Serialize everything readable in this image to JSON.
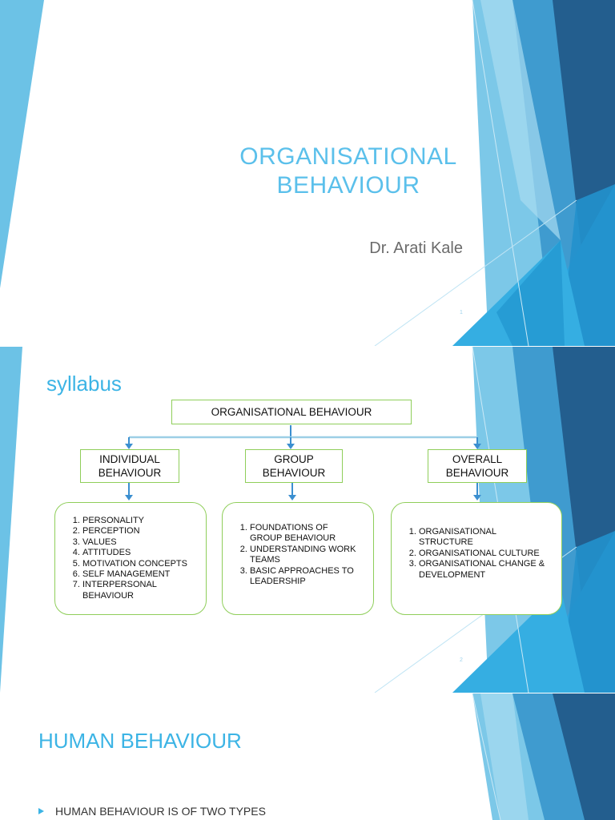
{
  "slide1": {
    "title_line1": "ORGANISATIONAL",
    "title_line2": "BEHAVIOUR",
    "subtitle": "Dr. Arati Kale",
    "page_number": "1"
  },
  "slide2": {
    "title": "syllabus",
    "root": "ORGANISATIONAL BEHAVIOUR",
    "branches": [
      {
        "label_line1": "INDIVIDUAL",
        "label_line2": "BEHAVIOUR",
        "items": [
          "PERSONALITY",
          "PERCEPTION",
          "VALUES",
          "ATTITUDES",
          "MOTIVATION CONCEPTS",
          "SELF MANAGEMENT",
          "INTERPERSONAL BEHAVIOUR"
        ]
      },
      {
        "label_line1": "GROUP",
        "label_line2": "BEHAVIOUR",
        "items": [
          "FOUNDATIONS OF GROUP BEHAVIOUR",
          "UNDERSTANDING WORK TEAMS",
          "BASIC APPROACHES TO LEADERSHIP"
        ]
      },
      {
        "label_line1": "OVERALL",
        "label_line2": "BEHAVIOUR",
        "items": [
          "ORGANISATIONAL STRUCTURE",
          "ORGANISATIONAL CULTURE",
          "ORGANISATIONAL CHANGE & DEVELOPMENT"
        ]
      }
    ],
    "page_number": "2"
  },
  "slide3": {
    "title": "HUMAN BEHAVIOUR",
    "bullet": "HUMAN BEHAVIOUR IS OF TWO TYPES"
  },
  "colors": {
    "accent": "#3cb4e5",
    "title_light": "#5bc0eb",
    "dark_blue": "#235e8e",
    "box_border": "#8fce5a"
  }
}
